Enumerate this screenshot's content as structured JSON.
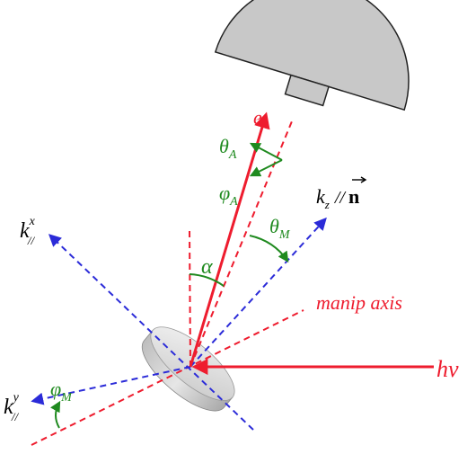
{
  "colors": {
    "red": "#ee1c2e",
    "green": "#1f8a1f",
    "blue": "#2b2bd8",
    "gray_fill": "#c8c8c8",
    "outline": "#222222"
  },
  "labels": {
    "e": "e",
    "theta_a": "θ",
    "theta_a_sub": "A",
    "phi_a": "φ",
    "phi_a_sub": "A",
    "kz": "k",
    "kz_sub": "z",
    "kz_par": "//",
    "n_vec": "n",
    "theta_m": "θ",
    "theta_m_sub": "M",
    "kx": "k",
    "kx_sup": "x",
    "kx_sub": "//",
    "alpha": "α",
    "manip_axis": "manip axis",
    "hv": "hv",
    "phi_m": "φ",
    "phi_m_sub": "M",
    "ky": "k",
    "ky_sup": "y",
    "ky_sub": "//"
  }
}
